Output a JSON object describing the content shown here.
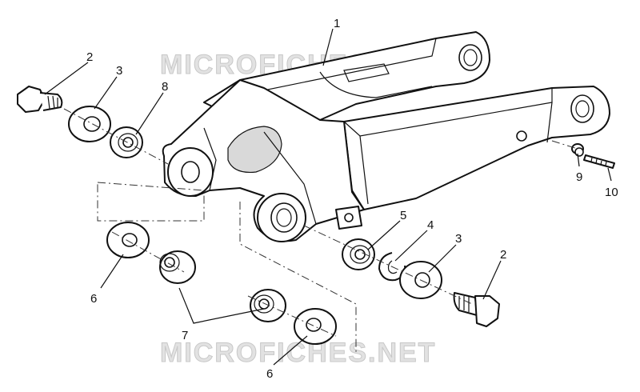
{
  "watermark": {
    "text": "MICROFICHES.NET"
  },
  "callouts": [
    {
      "id": "c1",
      "label": "1"
    },
    {
      "id": "c2a",
      "label": "2"
    },
    {
      "id": "c3a",
      "label": "3"
    },
    {
      "id": "c8",
      "label": "8"
    },
    {
      "id": "c5",
      "label": "5"
    },
    {
      "id": "c4",
      "label": "4"
    },
    {
      "id": "c3b",
      "label": "3"
    },
    {
      "id": "c2b",
      "label": "2"
    },
    {
      "id": "c9",
      "label": "9"
    },
    {
      "id": "c10",
      "label": "10"
    },
    {
      "id": "c6a",
      "label": "6"
    },
    {
      "id": "c7",
      "label": "7"
    },
    {
      "id": "c6b",
      "label": "6"
    }
  ]
}
